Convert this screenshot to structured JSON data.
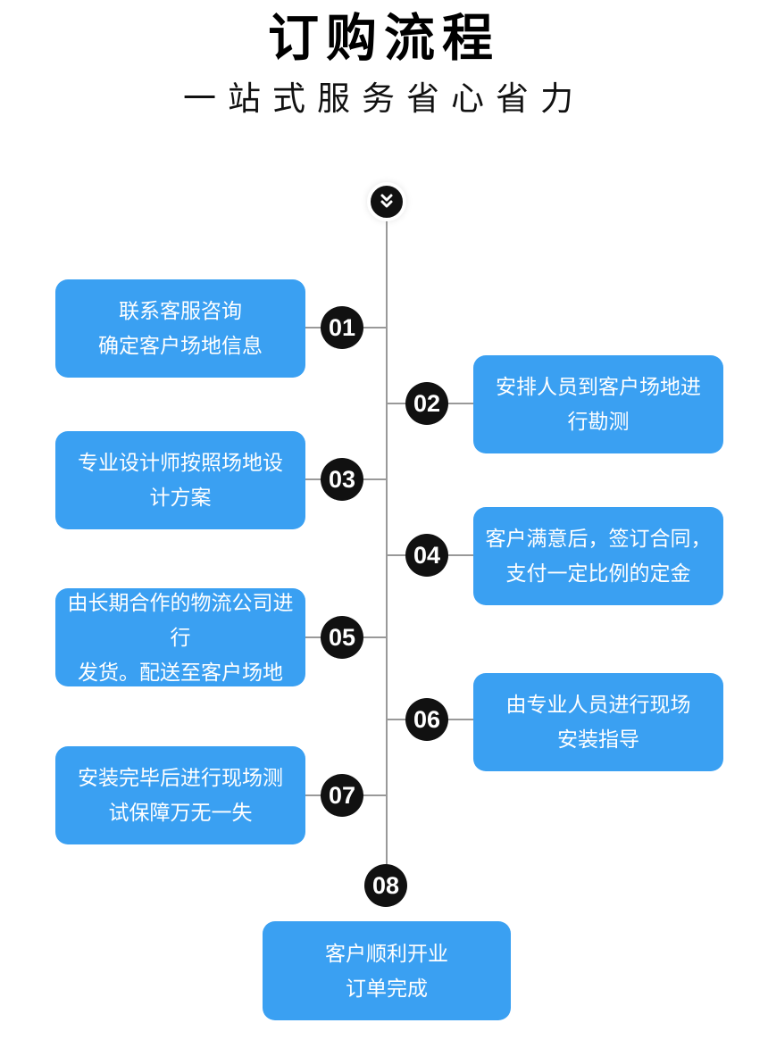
{
  "page": {
    "title": "订购流程",
    "subtitle": "一站式服务省心省力"
  },
  "colors": {
    "box_blue": "#3AA0F2",
    "circle_black": "#111111",
    "line_gray": "#999999",
    "box_text_white": "#ffffff",
    "title_black": "#000000"
  },
  "flow": {
    "start_icon": "double-chevron-down-icon",
    "steps": [
      {
        "number": "01",
        "side": "left",
        "text": "联系客服咨询\n确定客户场地信息"
      },
      {
        "number": "02",
        "side": "right",
        "text": "安排人员到客户场地进\n行勘测"
      },
      {
        "number": "03",
        "side": "left",
        "text": "专业设计师按照场地设\n计方案"
      },
      {
        "number": "04",
        "side": "right",
        "text": "客户满意后，签订合同，\n支付一定比例的定金"
      },
      {
        "number": "05",
        "side": "left",
        "text": "由长期合作的物流公司进行\n发货。配送至客户场地"
      },
      {
        "number": "06",
        "side": "right",
        "text": "由专业人员进行现场\n安装指导"
      },
      {
        "number": "07",
        "side": "left",
        "text": "安装完毕后进行现场测\n试保障万无一失"
      },
      {
        "number": "08",
        "side": "center",
        "text": "客户顺利开业\n订单完成"
      }
    ]
  }
}
